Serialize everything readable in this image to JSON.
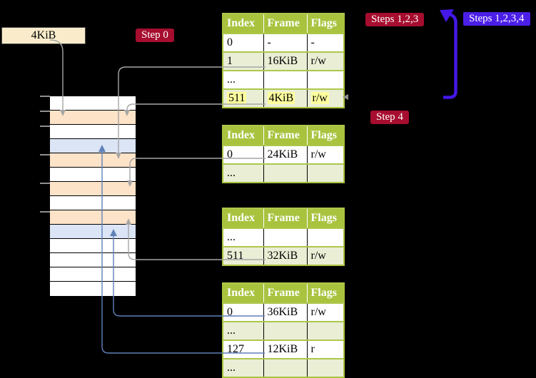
{
  "labels": {
    "page_size_box": "4KiB",
    "step0": "Step 0",
    "steps123": "Steps 1,2,3",
    "steps1234": "Steps 1,2,3,4",
    "step4": "Step 4"
  },
  "tables": [
    {
      "headers": [
        "Index",
        "Frame",
        "Flags"
      ],
      "rows": [
        {
          "cells": [
            "0",
            "-",
            "-"
          ],
          "shaded": false,
          "highlighted": false
        },
        {
          "cells": [
            "1",
            "16KiB",
            "r/w"
          ],
          "shaded": true,
          "highlighted": false
        },
        {
          "cells": [
            "...",
            "",
            ""
          ],
          "shaded": false,
          "highlighted": false
        },
        {
          "cells": [
            "511",
            "4KiB",
            "r/w"
          ],
          "shaded": true,
          "highlighted": true
        }
      ]
    },
    {
      "headers": [
        "Index",
        "Frame",
        "Flags"
      ],
      "rows": [
        {
          "cells": [
            "0",
            "24KiB",
            "r/w"
          ],
          "shaded": false,
          "highlighted": false
        },
        {
          "cells": [
            "...",
            "",
            ""
          ],
          "shaded": true,
          "highlighted": false
        }
      ]
    },
    {
      "headers": [
        "Index",
        "Frame",
        "Flags"
      ],
      "rows": [
        {
          "cells": [
            "...",
            "",
            ""
          ],
          "shaded": false,
          "highlighted": false
        },
        {
          "cells": [
            "511",
            "32KiB",
            "r/w"
          ],
          "shaded": true,
          "highlighted": false
        }
      ]
    },
    {
      "headers": [
        "Index",
        "Frame",
        "Flags"
      ],
      "rows": [
        {
          "cells": [
            "0",
            "36KiB",
            "r/w"
          ],
          "shaded": false,
          "highlighted": false
        },
        {
          "cells": [
            "...",
            "",
            ""
          ],
          "shaded": true,
          "highlighted": false
        },
        {
          "cells": [
            "127",
            "12KiB",
            "r"
          ],
          "shaded": false,
          "highlighted": false
        },
        {
          "cells": [
            "...",
            "",
            ""
          ],
          "shaded": true,
          "highlighted": false
        }
      ]
    }
  ],
  "memory_map": {
    "row_height_kib": 4,
    "rows": [
      "empty",
      "page-table",
      "empty",
      "mapped-page",
      "page-table",
      "empty",
      "page-table",
      "empty",
      "page-table",
      "mapped-page",
      "empty",
      "empty",
      "empty",
      "empty"
    ]
  },
  "arrows": [
    {
      "from": "4KiB label box",
      "to": "memory frame 4KiB",
      "color": "gray"
    },
    {
      "from": "table1 entry 1 (16KiB)",
      "to": "memory frame 16KiB",
      "color": "gray"
    },
    {
      "from": "table1 entry 511 (4KiB)",
      "to": "memory frame 4KiB",
      "color": "gray"
    },
    {
      "from": "table2 entry 0 (24KiB)",
      "to": "memory frame 24KiB",
      "color": "gray"
    },
    {
      "from": "table3 entry 511 (32KiB)",
      "to": "memory frame 32KiB",
      "color": "gray"
    },
    {
      "from": "table4 entry 0 (36KiB)",
      "to": "memory frame 36KiB",
      "color": "blue"
    },
    {
      "from": "table4 entry 127 (12KiB)",
      "to": "memory frame 12KiB",
      "color": "blue"
    },
    {
      "from": "step 4 level",
      "to": "steps 1,2,3 label",
      "color": "indigo-thick"
    }
  ],
  "palette": {
    "table_header_green": "#a9c33f",
    "table_row_green": "#e9eed5",
    "highlight_yellow": "#ffff9e",
    "badge_crimson": "#a60d2e",
    "badge_blue": "#4c1fe8",
    "thick_arrow_blue": "#4418e8",
    "connector_gray": "#a6a6a6",
    "connector_blue": "#5f81b8",
    "memory_page_table_peach": "#fde3c8",
    "memory_mapped_page_blue": "#dbe5f6",
    "size_box_wheat": "#faeccb"
  }
}
